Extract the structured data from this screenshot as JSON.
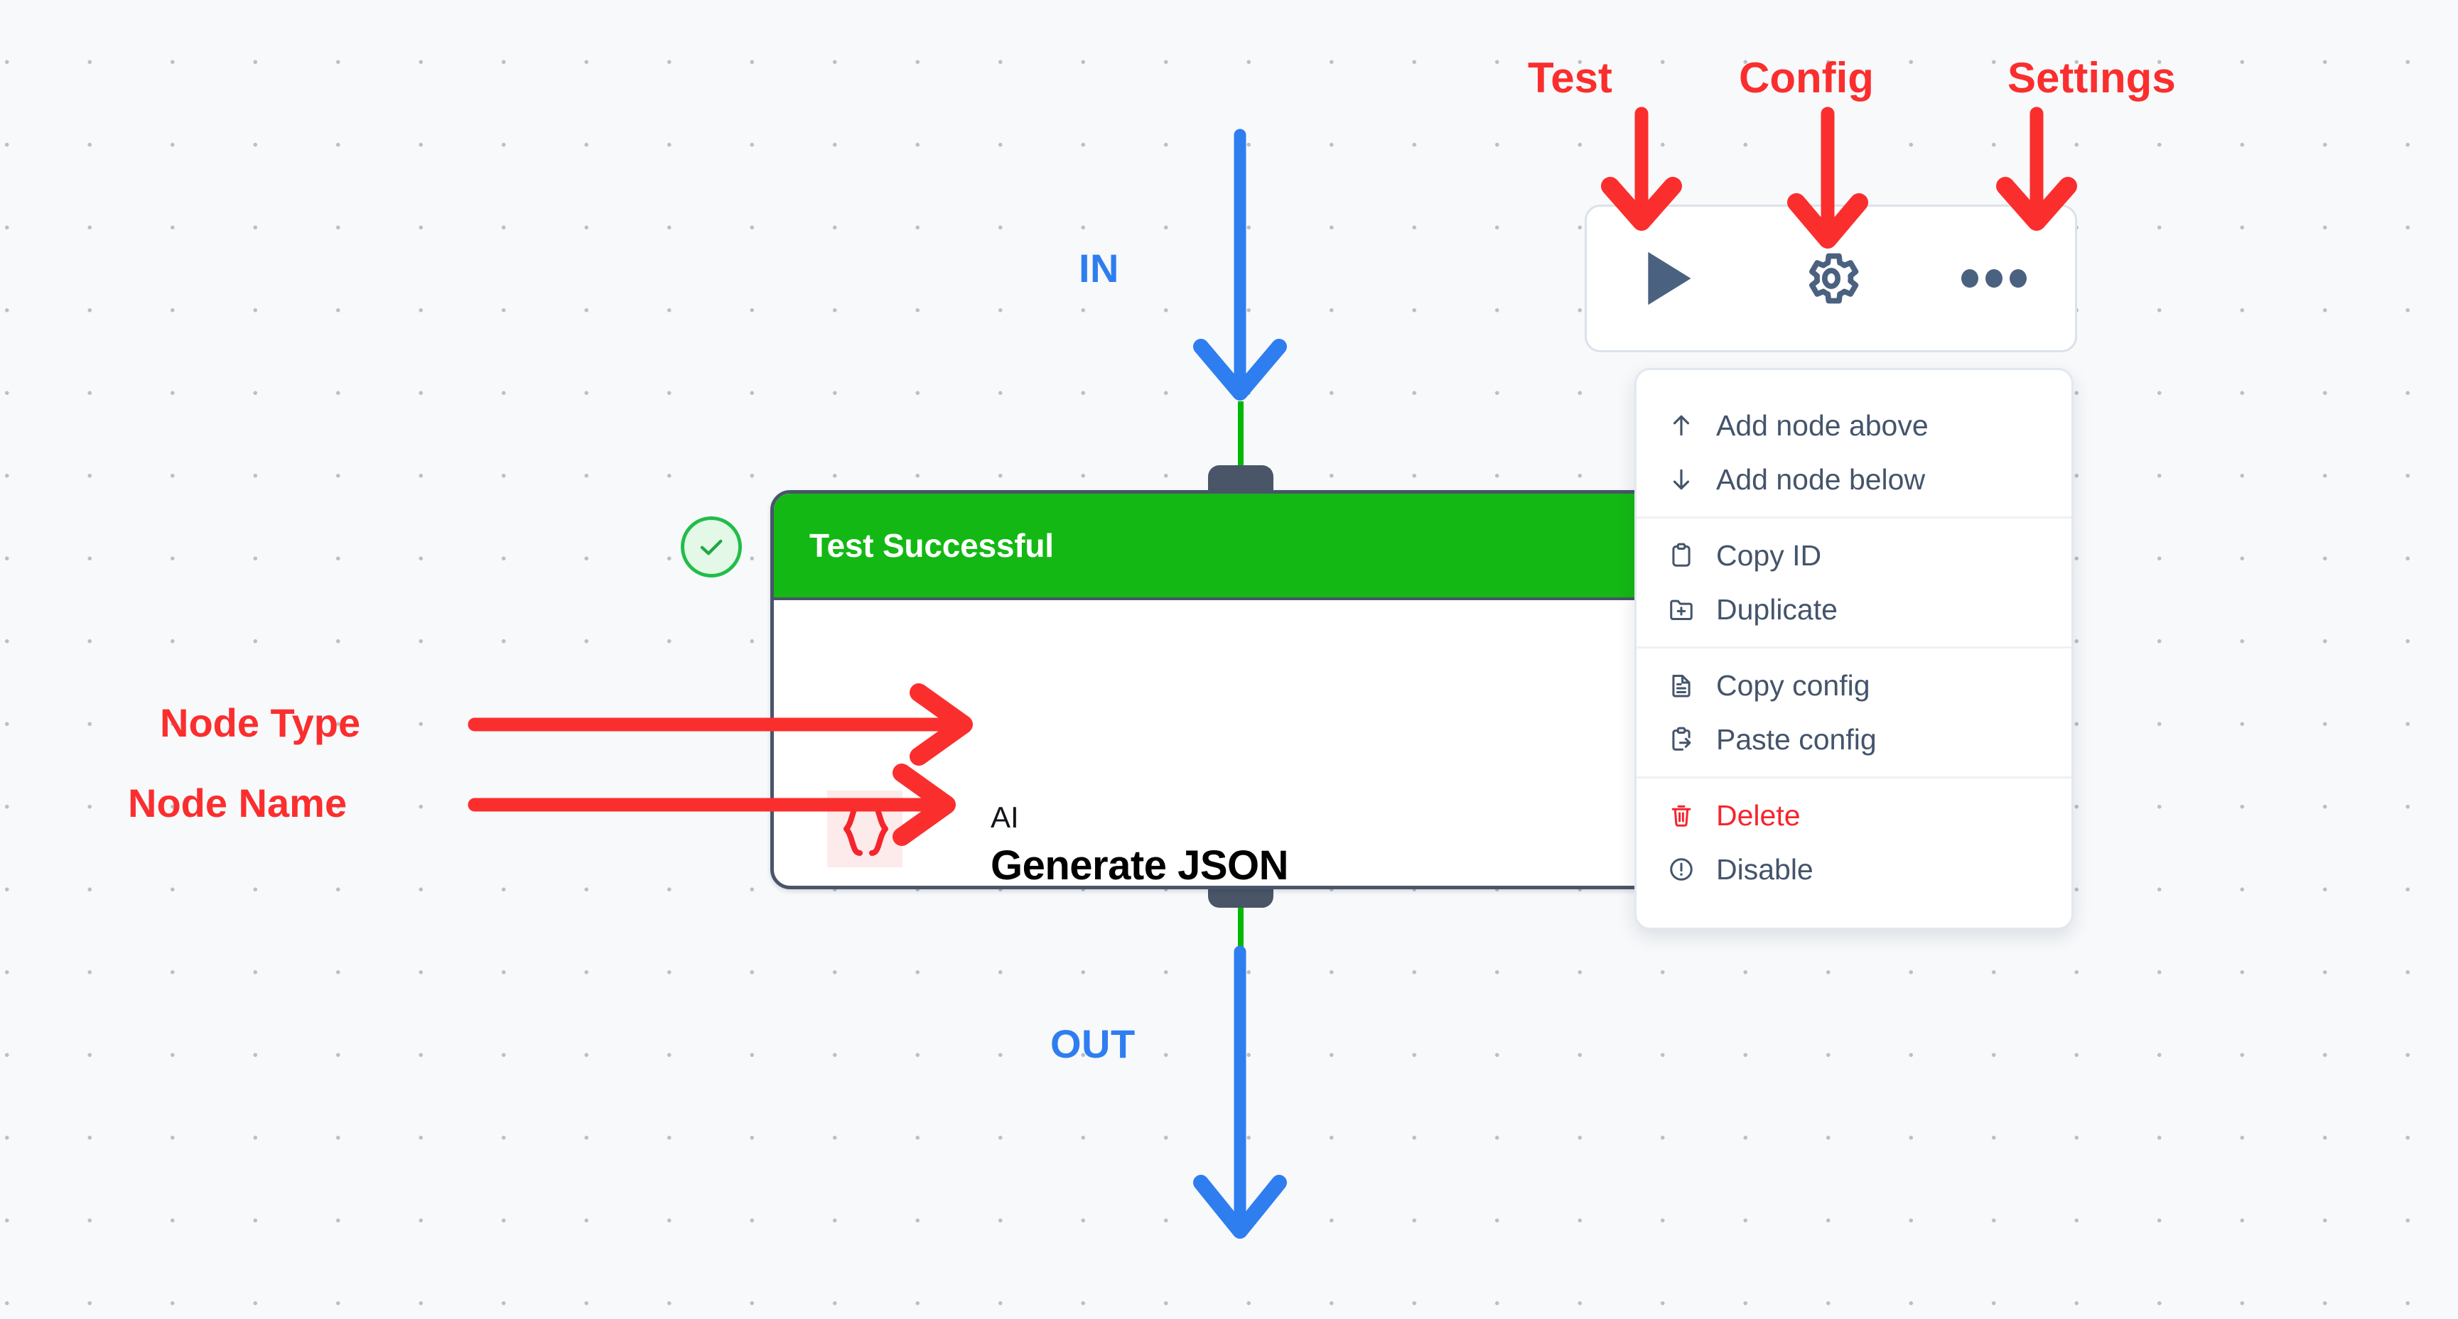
{
  "canvas": {
    "background_color": "#f7f9fb",
    "dot_color": "#b8c0cc"
  },
  "node": {
    "status_header": "Test Successful",
    "status_color": "#14b814",
    "status_badge_icon": "check-circle-icon",
    "type": "AI",
    "name": "Generate JSON",
    "type_icon": "json-braces-icon",
    "type_icon_color": "#f5252d",
    "border_color": "#4a5568"
  },
  "toolbar": {
    "buttons": [
      {
        "icon": "play-icon",
        "name": "test-button"
      },
      {
        "icon": "gear-icon",
        "name": "config-button"
      },
      {
        "icon": "ellipsis-icon",
        "name": "settings-button"
      }
    ]
  },
  "context_menu": {
    "groups": [
      {
        "items": [
          {
            "icon": "arrow-up-icon",
            "label": "Add node above",
            "danger": false
          },
          {
            "icon": "arrow-down-icon",
            "label": "Add node below",
            "danger": false
          }
        ]
      },
      {
        "items": [
          {
            "icon": "clipboard-icon",
            "label": "Copy ID",
            "danger": false
          },
          {
            "icon": "folder-plus-icon",
            "label": "Duplicate",
            "danger": false
          }
        ]
      },
      {
        "items": [
          {
            "icon": "document-lines-icon",
            "label": "Copy config",
            "danger": false
          },
          {
            "icon": "clipboard-arrow-icon",
            "label": "Paste config",
            "danger": false
          }
        ]
      },
      {
        "items": [
          {
            "icon": "trash-icon",
            "label": "Delete",
            "danger": true
          },
          {
            "icon": "exclamation-circle-icon",
            "label": "Disable",
            "danger": false
          }
        ]
      }
    ]
  },
  "annotations": {
    "color_red": "#fb2e2e",
    "color_blue": "#2f7ef0",
    "flow_in": "IN",
    "flow_out": "OUT",
    "callouts": [
      {
        "label": "Test",
        "target": "test-button"
      },
      {
        "label": "Config",
        "target": "config-button"
      },
      {
        "label": "Settings",
        "target": "settings-button"
      },
      {
        "label": "Node Type",
        "target": "node-type-text"
      },
      {
        "label": "Node Name",
        "target": "node-name-text"
      }
    ]
  }
}
